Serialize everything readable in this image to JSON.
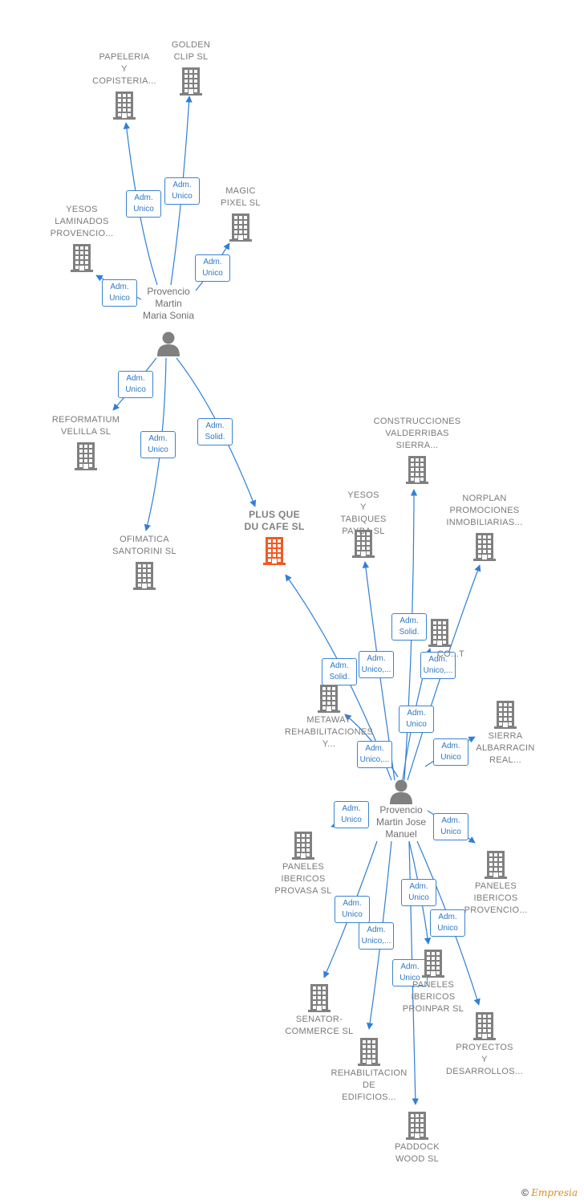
{
  "colors": {
    "edge": "#2f7fd6",
    "icon": "#808080",
    "highlight": "#f15a24",
    "label_text": "#2f78c4"
  },
  "people": [
    {
      "id": "sonia",
      "label": "Provencio\nMartin\nMaria Sonia",
      "icon": "person-icon"
    },
    {
      "id": "jose",
      "label": "Provencio\nMartin Jose\nManuel",
      "icon": "person-icon"
    }
  ],
  "companies": [
    {
      "id": "papeleria",
      "label": "PAPELERIA\nY\nCOPISTERIA...",
      "icon": "building-icon"
    },
    {
      "id": "golden",
      "label": "GOLDEN\nCLIP  SL",
      "icon": "building-icon"
    },
    {
      "id": "magic",
      "label": "MAGIC\nPIXEL  SL",
      "icon": "building-icon"
    },
    {
      "id": "yesoslam",
      "label": "YESOS\nLAMINADOS\nPROVENCIO...",
      "icon": "building-icon"
    },
    {
      "id": "reformatium",
      "label": "REFORMATIUM\nVELILLA  SL",
      "icon": "building-icon"
    },
    {
      "id": "ofimatica",
      "label": "OFIMATICA\nSANTORINI SL",
      "icon": "building-icon"
    },
    {
      "id": "plusque",
      "label": "PLUS QUE\nDU CAFE  SL",
      "icon": "building-icon",
      "highlight": true
    },
    {
      "id": "construcciones",
      "label": "CONSTRUCCIONES\nVALDERRIBAS\nSIERRA...",
      "icon": "building-icon"
    },
    {
      "id": "yesostab",
      "label": "YESOS\nY\nTABIQUES\nPAYBA SL",
      "icon": "building-icon"
    },
    {
      "id": "norplan",
      "label": "NORPLAN\nPROMOCIONES\nINMOBILIARIAS...",
      "icon": "building-icon"
    },
    {
      "id": "co",
      "label": "CO...T",
      "icon": "building-icon"
    },
    {
      "id": "metaway",
      "label": "METAWAY\nREHABILITACIONES\nY...",
      "icon": "building-icon"
    },
    {
      "id": "sierra",
      "label": "SIERRA\nALBARRACIN\nREAL...",
      "icon": "building-icon"
    },
    {
      "id": "provasa",
      "label": "PANELES\nIBERICOS\nPROVASA  SL",
      "icon": "building-icon"
    },
    {
      "id": "panprov",
      "label": "PANELES\nIBERICOS\nPROVENCIO...",
      "icon": "building-icon"
    },
    {
      "id": "proinpar",
      "label": "PANELES\nIBERICOS\nPROINPAR  SL",
      "icon": "building-icon"
    },
    {
      "id": "senator",
      "label": "SENATOR-\nCOMMERCE SL",
      "icon": "building-icon"
    },
    {
      "id": "proyectos",
      "label": "PROYECTOS\nY\nDESARROLLOS...",
      "icon": "building-icon"
    },
    {
      "id": "rehab",
      "label": "REHABILITACION\nDE\nEDIFICIOS...",
      "icon": "building-icon"
    },
    {
      "id": "paddock",
      "label": "PADDOCK\nWOOD SL",
      "icon": "building-icon"
    }
  ],
  "relations": [
    {
      "from": "sonia",
      "to": "papeleria",
      "label": "Adm.\nUnico"
    },
    {
      "from": "sonia",
      "to": "golden",
      "label": "Adm.\nUnico"
    },
    {
      "from": "sonia",
      "to": "magic",
      "label": "Adm.\nUnico"
    },
    {
      "from": "sonia",
      "to": "yesoslam",
      "label": "Adm.\nUnico"
    },
    {
      "from": "sonia",
      "to": "reformatium",
      "label": "Adm.\nUnico"
    },
    {
      "from": "sonia",
      "to": "ofimatica",
      "label": "Adm.\nUnico"
    },
    {
      "from": "sonia",
      "to": "plusque",
      "label": "Adm.\nSolid."
    },
    {
      "from": "jose",
      "to": "plusque",
      "label": "Adm.\nSolid."
    },
    {
      "from": "jose",
      "to": "construcciones",
      "label": "Adm.\nSolid."
    },
    {
      "from": "jose",
      "to": "yesostab",
      "label": "Adm.\nUnico,..."
    },
    {
      "from": "jose",
      "to": "norplan",
      "label": "Adm.\nUnico,..."
    },
    {
      "from": "jose",
      "to": "co",
      "label": "Adm.\nUnico"
    },
    {
      "from": "jose",
      "to": "metaway",
      "label": "Adm.\nUnico,..."
    },
    {
      "from": "jose",
      "to": "sierra",
      "label": "Adm.\nUnico"
    },
    {
      "from": "jose",
      "to": "provasa",
      "label": "Adm.\nUnico"
    },
    {
      "from": "jose",
      "to": "panprov",
      "label": "Adm.\nUnico"
    },
    {
      "from": "jose",
      "to": "senator",
      "label": "Adm.\nUnico"
    },
    {
      "from": "jose",
      "to": "rehab",
      "label": "Adm.\nUnico,..."
    },
    {
      "from": "jose",
      "to": "proinpar",
      "label": "Adm.\nUnico"
    },
    {
      "from": "jose",
      "to": "proyectos",
      "label": "Adm.\nUnico"
    },
    {
      "from": "jose",
      "to": "paddock",
      "label": "Adm.\nUnico"
    }
  ],
  "footer": {
    "copyright": "©",
    "brand": "Empresia"
  }
}
